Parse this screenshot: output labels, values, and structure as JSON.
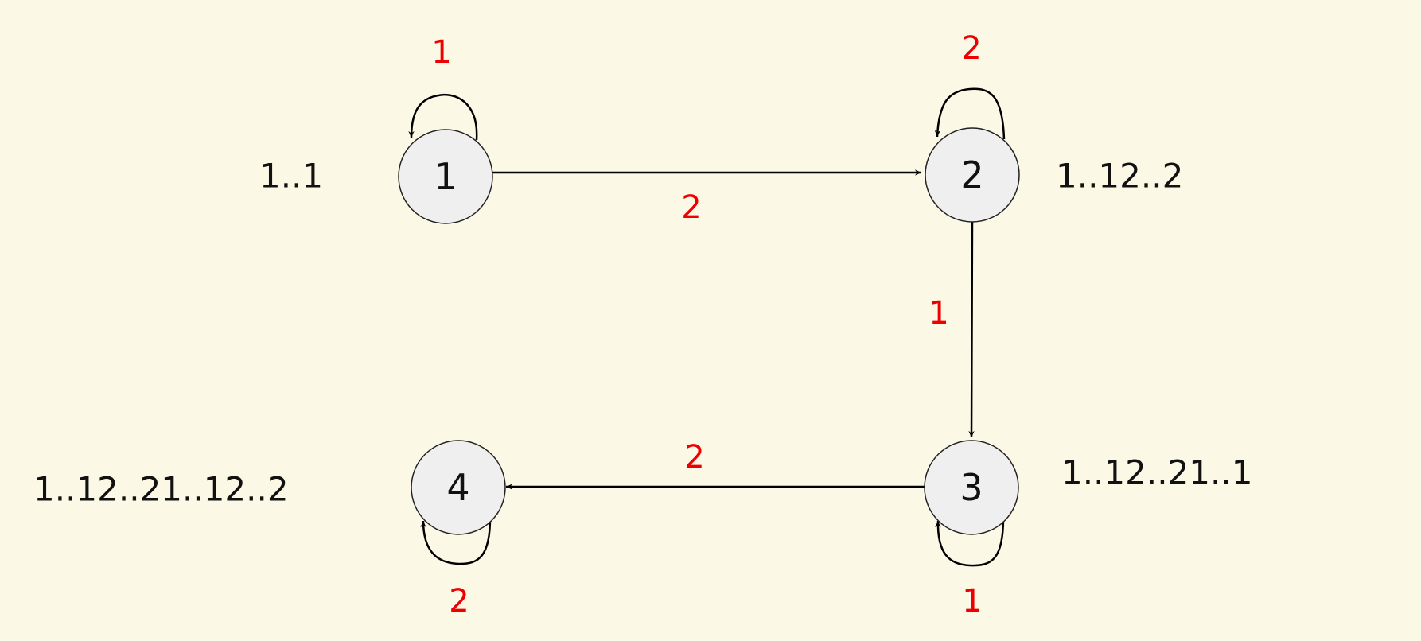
{
  "colors": {
    "background": "#fcf8e6",
    "node_fill": "#efefef",
    "edge": "#000000",
    "edge_label": "#ee0000",
    "text": "#111111"
  },
  "states": [
    {
      "id": "1",
      "label": "1",
      "sequence": "1..1"
    },
    {
      "id": "2",
      "label": "2",
      "sequence": "1..12..2"
    },
    {
      "id": "3",
      "label": "3",
      "sequence": "1..12..21..1"
    },
    {
      "id": "4",
      "label": "4",
      "sequence": "1..12..21..12..2"
    }
  ],
  "transitions": [
    {
      "from": "1",
      "to": "1",
      "label": "1"
    },
    {
      "from": "1",
      "to": "2",
      "label": "2"
    },
    {
      "from": "2",
      "to": "2",
      "label": "2"
    },
    {
      "from": "2",
      "to": "3",
      "label": "1"
    },
    {
      "from": "3",
      "to": "3",
      "label": "1"
    },
    {
      "from": "3",
      "to": "4",
      "label": "2"
    },
    {
      "from": "4",
      "to": "4",
      "label": "2"
    }
  ]
}
